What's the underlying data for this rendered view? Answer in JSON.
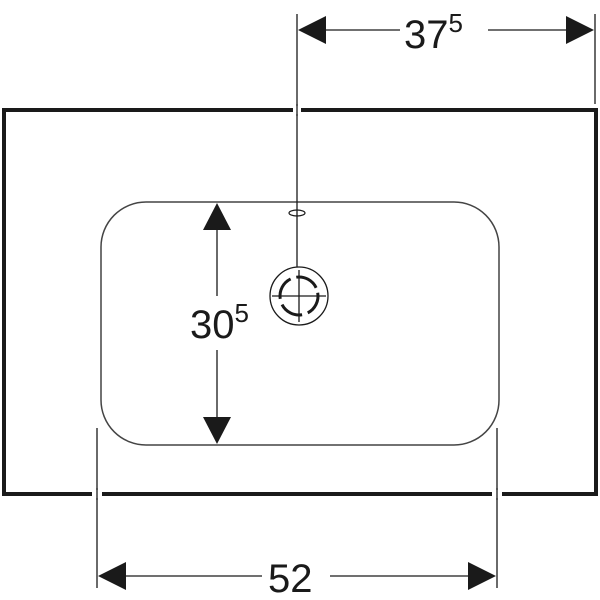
{
  "diagram": {
    "type": "technical-drawing",
    "subject": "washbasin top view with dimensions",
    "colors": {
      "line": "#1a1a1a",
      "background": "#ffffff"
    },
    "dimensions": {
      "top": {
        "main": "37",
        "sup": "5",
        "meaning": "distance from drain axis to right edge"
      },
      "vertical": {
        "main": "30",
        "sup": "5",
        "meaning": "inner bowl depth"
      },
      "bottom": {
        "main": "52",
        "sup": "",
        "meaning": "inner bowl width"
      }
    }
  }
}
